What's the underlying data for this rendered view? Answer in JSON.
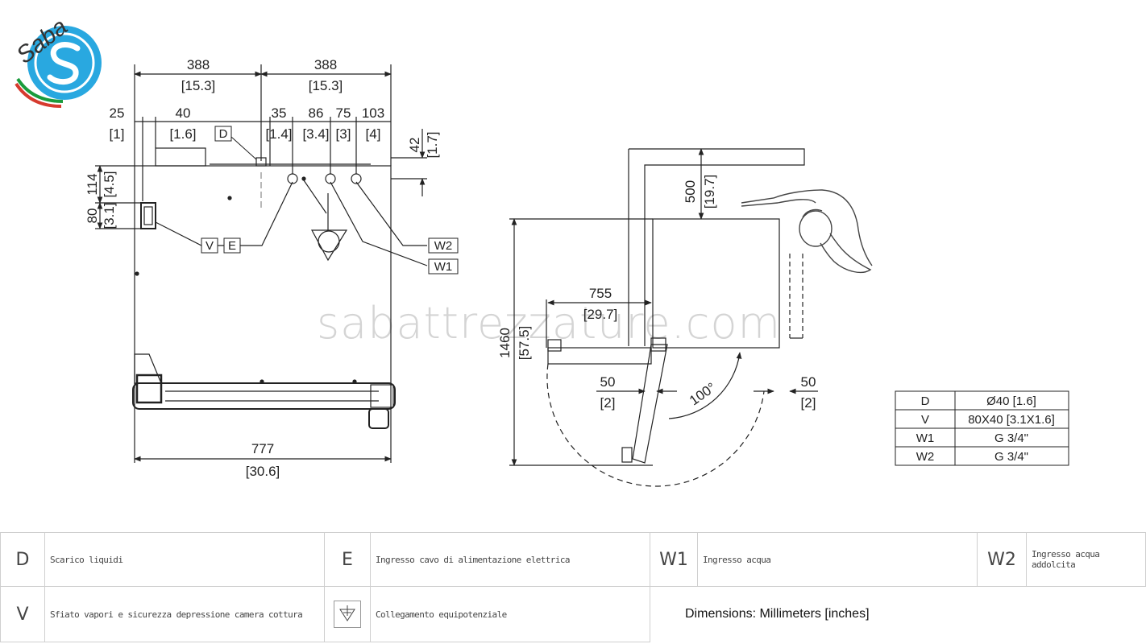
{
  "brand": {
    "logo_text": "Saba",
    "watermark": "sabattrezzature.com",
    "accent": "#29a8e0"
  },
  "front_view": {
    "dims": {
      "half_left": "388",
      "half_left_in": "[15.3]",
      "half_right": "388",
      "half_right_in": "[15.3]",
      "d25": "25",
      "d25_in": "[1]",
      "d40": "40",
      "d40_in": "[1.6]",
      "d35": "35",
      "d35_in": "[1.4]",
      "d86": "86",
      "d86_in": "[3.4]",
      "d75": "75",
      "d75_in": "[3]",
      "d103": "103",
      "d103_in": "[4]",
      "d42": "42",
      "d42_in": "[1.7]",
      "d114": "114",
      "d114_in": "[4.5]",
      "d80": "80",
      "d80_in": "[3.1]",
      "width": "777",
      "width_in": "[30.6]"
    },
    "callouts": {
      "d": "D",
      "v": "V",
      "e": "E",
      "w1": "W1",
      "w2": "W2"
    }
  },
  "top_view": {
    "dims": {
      "d500": "500",
      "d500_in": "[19.7]",
      "d755": "755",
      "d755_in": "[29.7]",
      "d1460": "1460",
      "d1460_in": "[57.5]",
      "d50a": "50",
      "d50a_in": "[2]",
      "d50b": "50",
      "d50b_in": "[2]",
      "angle": "100°"
    }
  },
  "spec_table": {
    "rows": [
      {
        "code": "D",
        "value": "Ø40 [1.6]"
      },
      {
        "code": "V",
        "value": "80X40 [3.1X1.6]"
      },
      {
        "code": "W1",
        "value": "G 3/4\""
      },
      {
        "code": "W2",
        "value": "G 3/4\""
      }
    ]
  },
  "legend": {
    "items": [
      {
        "code": "D",
        "desc": "Scarico liquidi"
      },
      {
        "code": "E",
        "desc": "Ingresso cavo di alimentazione elettrica"
      },
      {
        "code": "W1",
        "desc": "Ingresso acqua"
      },
      {
        "code": "W2",
        "desc": "Ingresso acqua addolcita"
      },
      {
        "code": "V",
        "desc": "Sfiato vapori e sicurezza depressione camera cottura"
      },
      {
        "code": "equipotential-icon",
        "desc": "Collegamento equipotenziale"
      }
    ],
    "units_note": "Dimensions: Millimeters [inches]"
  }
}
